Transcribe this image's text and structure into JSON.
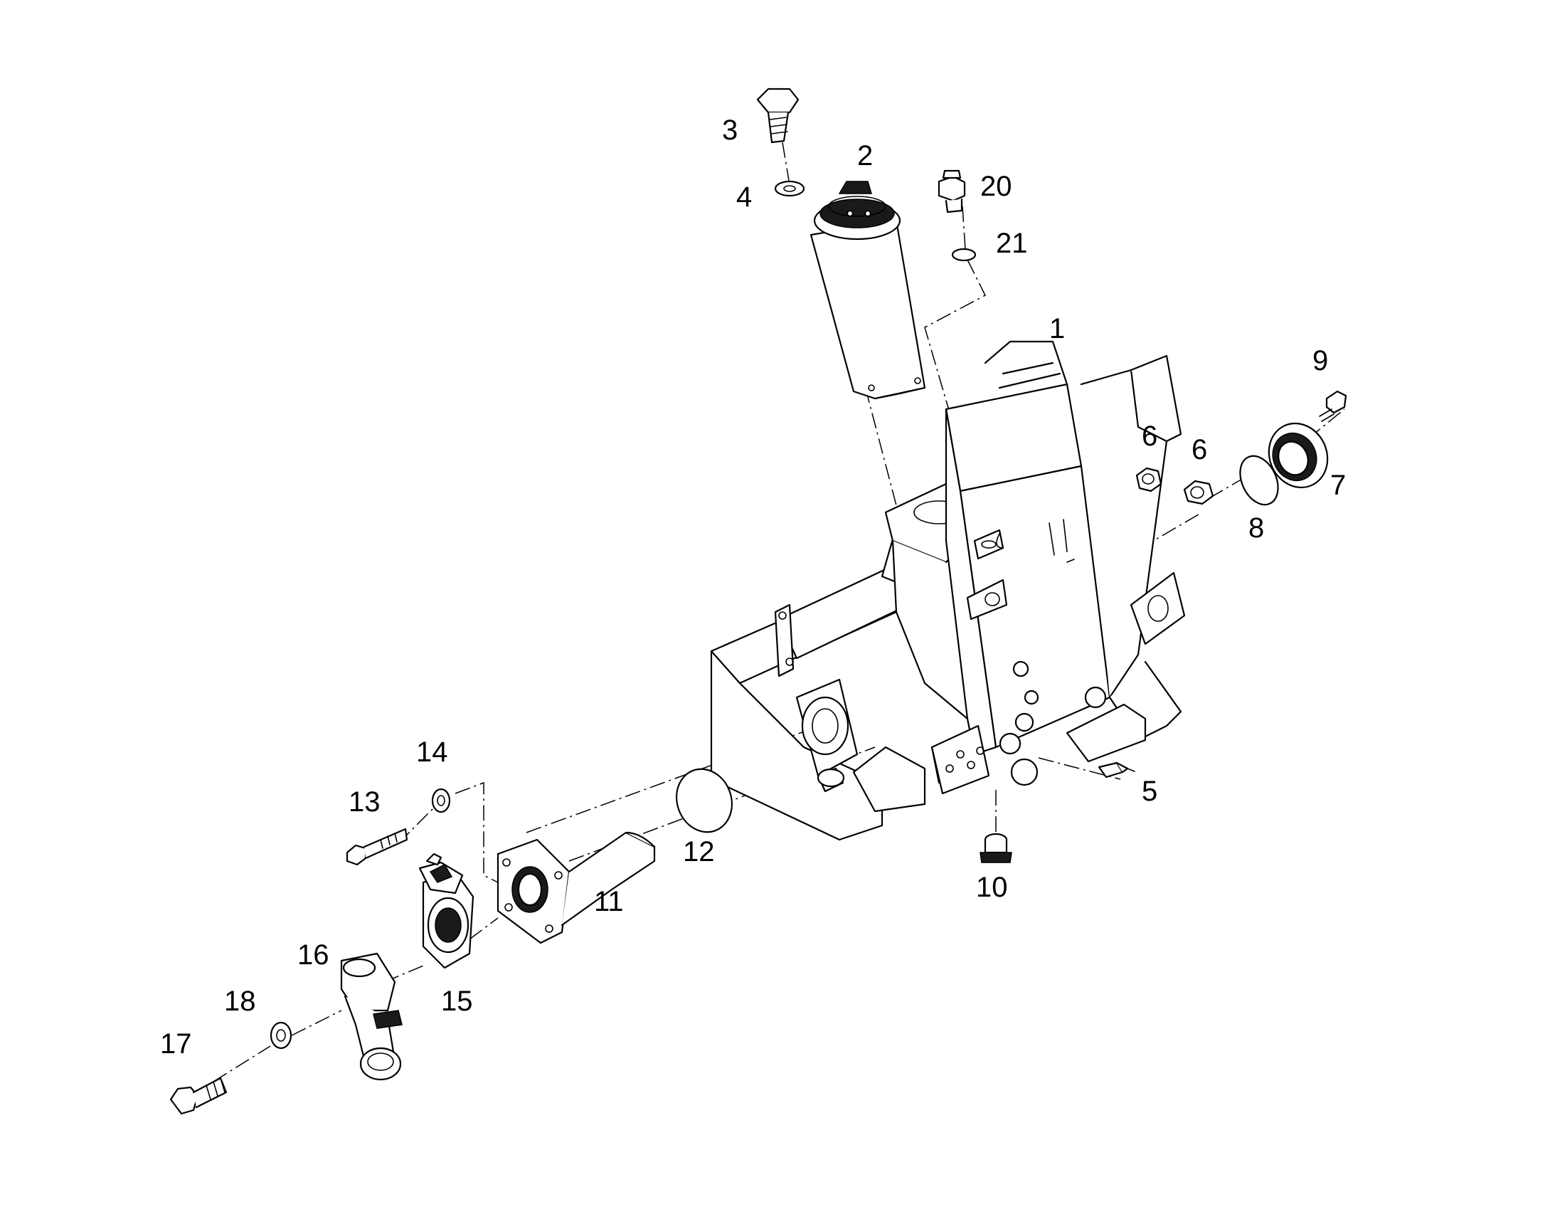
{
  "diagram": {
    "callouts": [
      {
        "id": "c1",
        "text": "1"
      },
      {
        "id": "c2",
        "text": "2"
      },
      {
        "id": "c3",
        "text": "3"
      },
      {
        "id": "c4",
        "text": "4"
      },
      {
        "id": "c5",
        "text": "5"
      },
      {
        "id": "c6a",
        "text": "6"
      },
      {
        "id": "c6b",
        "text": "6"
      },
      {
        "id": "c7",
        "text": "7"
      },
      {
        "id": "c8",
        "text": "8"
      },
      {
        "id": "c9",
        "text": "9"
      },
      {
        "id": "c10",
        "text": "10"
      },
      {
        "id": "c11",
        "text": "11"
      },
      {
        "id": "c12",
        "text": "12"
      },
      {
        "id": "c13",
        "text": "13"
      },
      {
        "id": "c14",
        "text": "14"
      },
      {
        "id": "c15",
        "text": "15"
      },
      {
        "id": "c16",
        "text": "16"
      },
      {
        "id": "c17",
        "text": "17"
      },
      {
        "id": "c18",
        "text": "18"
      },
      {
        "id": "c20",
        "text": "20"
      },
      {
        "id": "c21",
        "text": "21"
      }
    ]
  }
}
